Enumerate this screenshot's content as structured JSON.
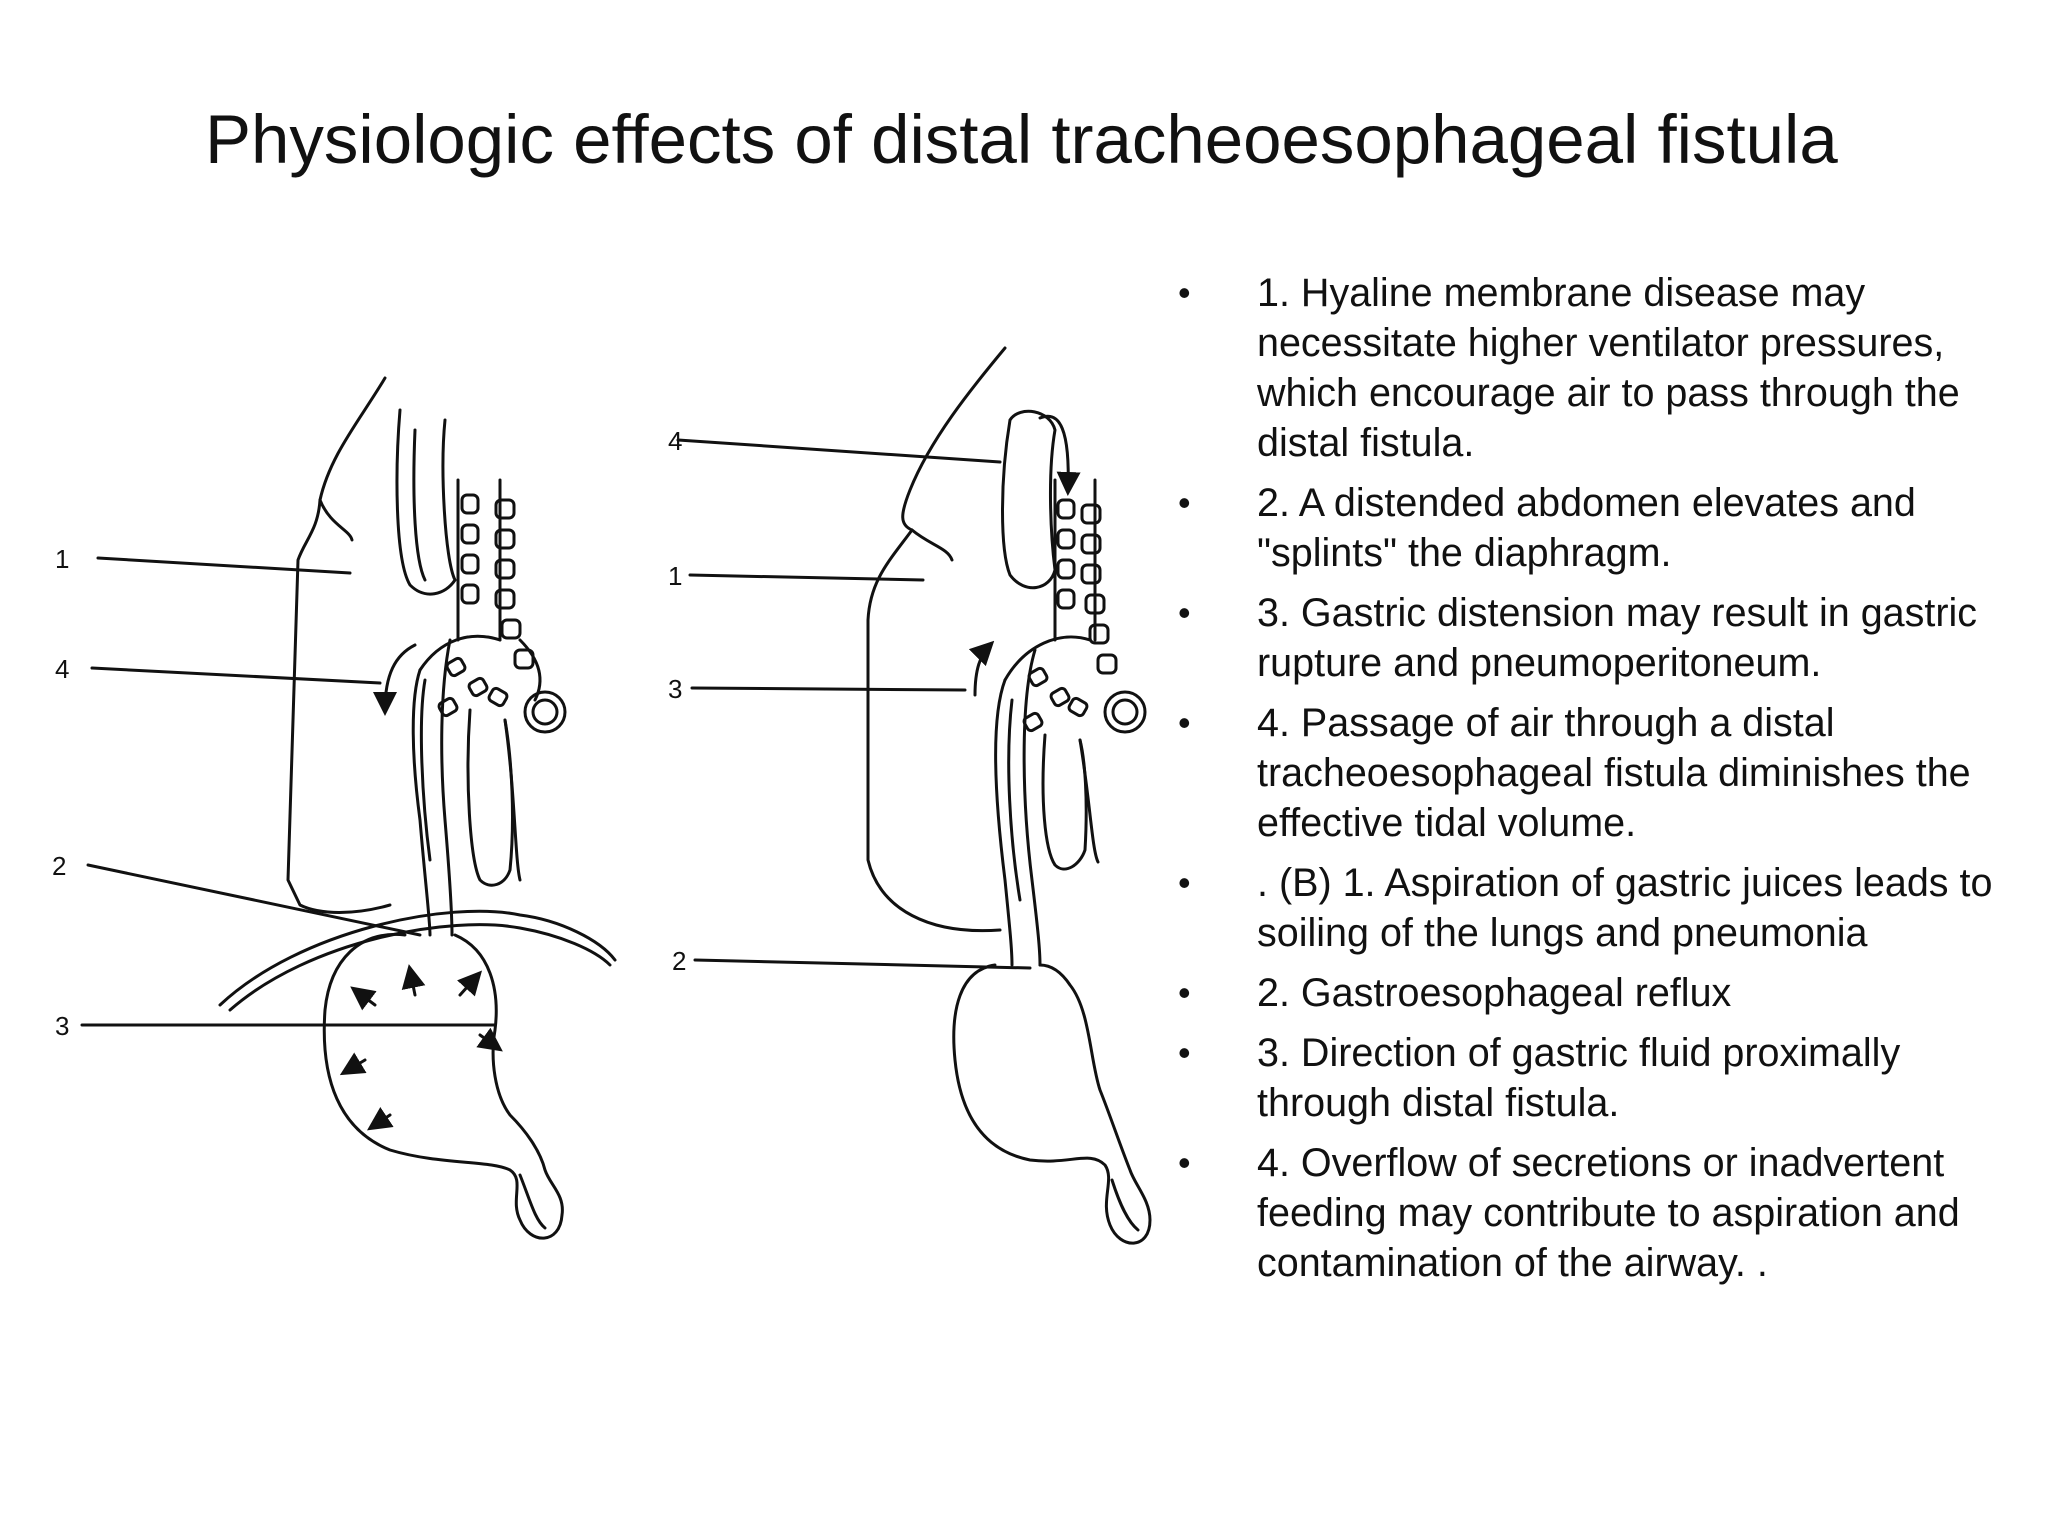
{
  "slide": {
    "title": "Physiologic effects of distal tracheoesophageal fistula"
  },
  "figure": {
    "left_panel_labels": [
      "1",
      "4",
      "2",
      "3"
    ],
    "right_panel_labels": [
      "4",
      "1",
      "3",
      "2"
    ]
  },
  "bullets": [
    {
      "marker": "•",
      "text": "1. Hyaline membrane disease may necessitate higher ventilator pressures, which encourage air to pass through the distal fistula."
    },
    {
      "marker": "•",
      "text": "2. A distended abdomen elevates and \"splints\" the diaphragm."
    },
    {
      "marker": "•",
      "text": " 3. Gastric distension may result in gastric rupture and pneumoperitoneum."
    },
    {
      "marker": "•",
      "text": " 4. Passage of air through a distal tracheoesophageal fistula diminishes the effective tidal volume."
    },
    {
      "marker": "•",
      "text": ". (B) 1. Aspiration of gastric juices leads to soiling of the lungs and pneumonia"
    },
    {
      "marker": "•",
      "text": "2. Gastroesophageal reflux"
    },
    {
      "marker": "•",
      "text": " 3. Direction of gastric fluid proximally through distal fistula."
    },
    {
      "marker": "•",
      "text": " 4. Overflow of secretions or inadvertent feeding may contribute to aspiration and contamination of the airway. ."
    }
  ]
}
